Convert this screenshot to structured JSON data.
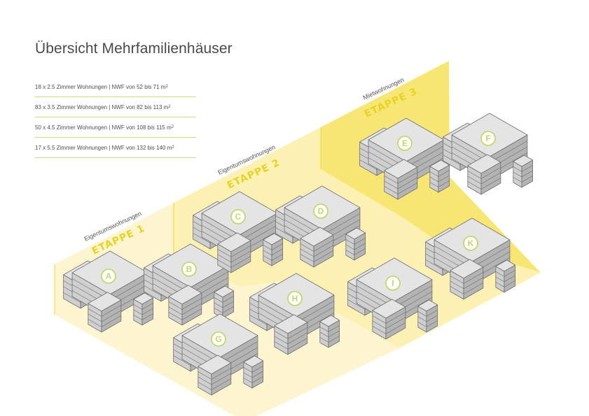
{
  "title": "Übersicht Mehrfamilienhäuser",
  "specs": [
    {
      "text": "18 x 2.5 Zimmer Wohnungen | NWF von 52 bis 71 m",
      "unit": "2"
    },
    {
      "text": "83 x 3.5 Zimmer Wohnungen | NWF von 82 bis 113 m",
      "unit": "2"
    },
    {
      "text": "50 x 4.5 Zimmer Wohnungen | NWF von 108 bis 115 m",
      "unit": "2"
    },
    {
      "text": "17 x 5.5 Zimmer Wohnungen | NWF von 132 bis 140 m",
      "unit": "2"
    }
  ],
  "stages": [
    {
      "label": "ETAPPE 1",
      "type": "Eigentumswohnungen",
      "color": "#fdf3c4"
    },
    {
      "label": "ETAPPE 2",
      "type": "Eigentumswohnungen",
      "color": "#fbeb91"
    },
    {
      "label": "ETAPPE 3",
      "type": "Mietwohnungen",
      "color": "#f7e25c"
    }
  ],
  "buildings": [
    "A",
    "B",
    "C",
    "D",
    "E",
    "F",
    "G",
    "H",
    "I",
    "K"
  ],
  "colors": {
    "roof": "#e4e4e4",
    "wall_left": "#cfcfcf",
    "wall_right": "#b3b3b3",
    "accent": "#c2d86c",
    "line": "#c6dd8b"
  }
}
